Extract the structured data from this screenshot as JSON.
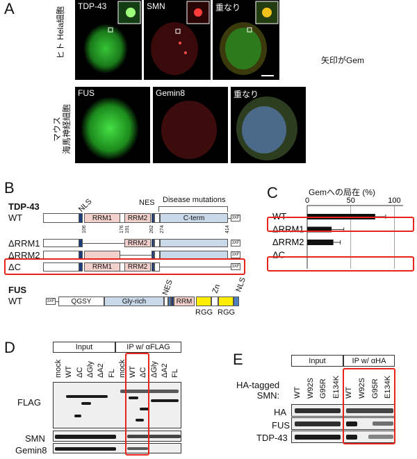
{
  "panel_a": {
    "label": "A",
    "row1_side_label": "ヒト Hela細胞",
    "row2_side_label": "マウス\n海馬神経細胞",
    "note": "矢印がGem",
    "row1_images": [
      "TDP-43",
      "SMN",
      "重なり"
    ],
    "row2_images": [
      "FUS",
      "Gemin8",
      "重なり"
    ]
  },
  "panel_b": {
    "label": "B",
    "tdp_title": "TDP-43",
    "fus_title": "FUS",
    "disease_mutations": "Disease mutations",
    "nls": "NLS",
    "nes": "NES",
    "zn": "Zn",
    "rrm1": "RRM1",
    "rrm2": "RRM2",
    "cterm": "C-term",
    "flag": "3XF",
    "positions": [
      "106",
      "176",
      "191",
      "262",
      "274",
      "414"
    ],
    "rows": [
      "WT",
      "ΔRRM1",
      "ΔRRM2",
      "ΔC"
    ],
    "fus_row": "WT",
    "fus_domains": {
      "qgsy": "QGSY",
      "gly": "Gly-rich",
      "rrm": "RRM",
      "rgg1": "RGG",
      "rgg2": "RGG"
    }
  },
  "panel_c": {
    "label": "C",
    "chart_data": {
      "type": "bar",
      "orientation": "horizontal",
      "title": "Gemへの局在 (%)",
      "categories": [
        "WT",
        "ΔRRM1",
        "ΔRRM2",
        "ΔC"
      ],
      "values": [
        78,
        28,
        30,
        0
      ],
      "errors": [
        12,
        14,
        8,
        0
      ],
      "xlim": [
        0,
        110
      ],
      "xticks": [
        "0",
        "50",
        "100"
      ],
      "grid": true
    }
  },
  "panel_d": {
    "label": "D",
    "input_header": "Input",
    "ip_header": "IP w/ αFLAG",
    "lanes": [
      "mock",
      "WT",
      "ΔC",
      "ΔGly",
      "ΔA2",
      "FL",
      "mock",
      "WT",
      "ΔC",
      "ΔGly",
      "ΔA2",
      "FL"
    ],
    "blots": [
      "FLAG",
      "SMN",
      "Gemin8"
    ]
  },
  "panel_e": {
    "label": "E",
    "input_header": "Input",
    "ip_header": "IP w/ αHA",
    "row_header": "HA-tagged\nSMN:",
    "lanes": [
      "WT",
      "W92S",
      "G95R",
      "E134K",
      "WT",
      "W92S",
      "G95R",
      "E134K"
    ],
    "blots": [
      "HA",
      "FUS",
      "TDP-43"
    ]
  },
  "colors": {
    "highlight": "#e8231a",
    "bar": "#111111",
    "rrm": "#f2d0cc",
    "cterm": "#c9d9ea"
  }
}
